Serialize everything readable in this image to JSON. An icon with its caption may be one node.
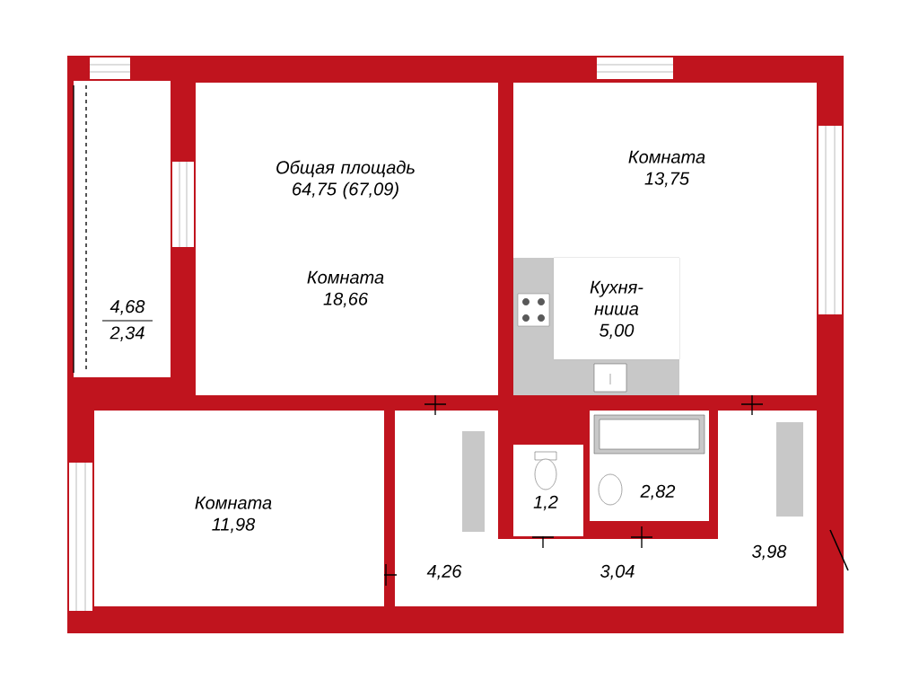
{
  "diagram": {
    "nodes": [
      {
        "text": [
          "4,68",
          "2,34"
        ]
      },
      {
        "text": [
          "Комната 18,66"
        ]
      },
      {
        "text": [
          "Комната 13,75"
        ]
      },
      {
        "text": [
          "Кухня-ниша 5,00"
        ],
        "in": 2
      },
      {
        "text": [
          "Комната 11,98"
        ]
      },
      {
        "text": [
          "1,2"
        ]
      },
      {
        "text": [
          "2,82"
        ]
      }
    ],
    "labels": [
      "Общая площадь 64,75 (67,09)",
      "4,26",
      "3,04",
      "3,98"
    ]
  }
}
